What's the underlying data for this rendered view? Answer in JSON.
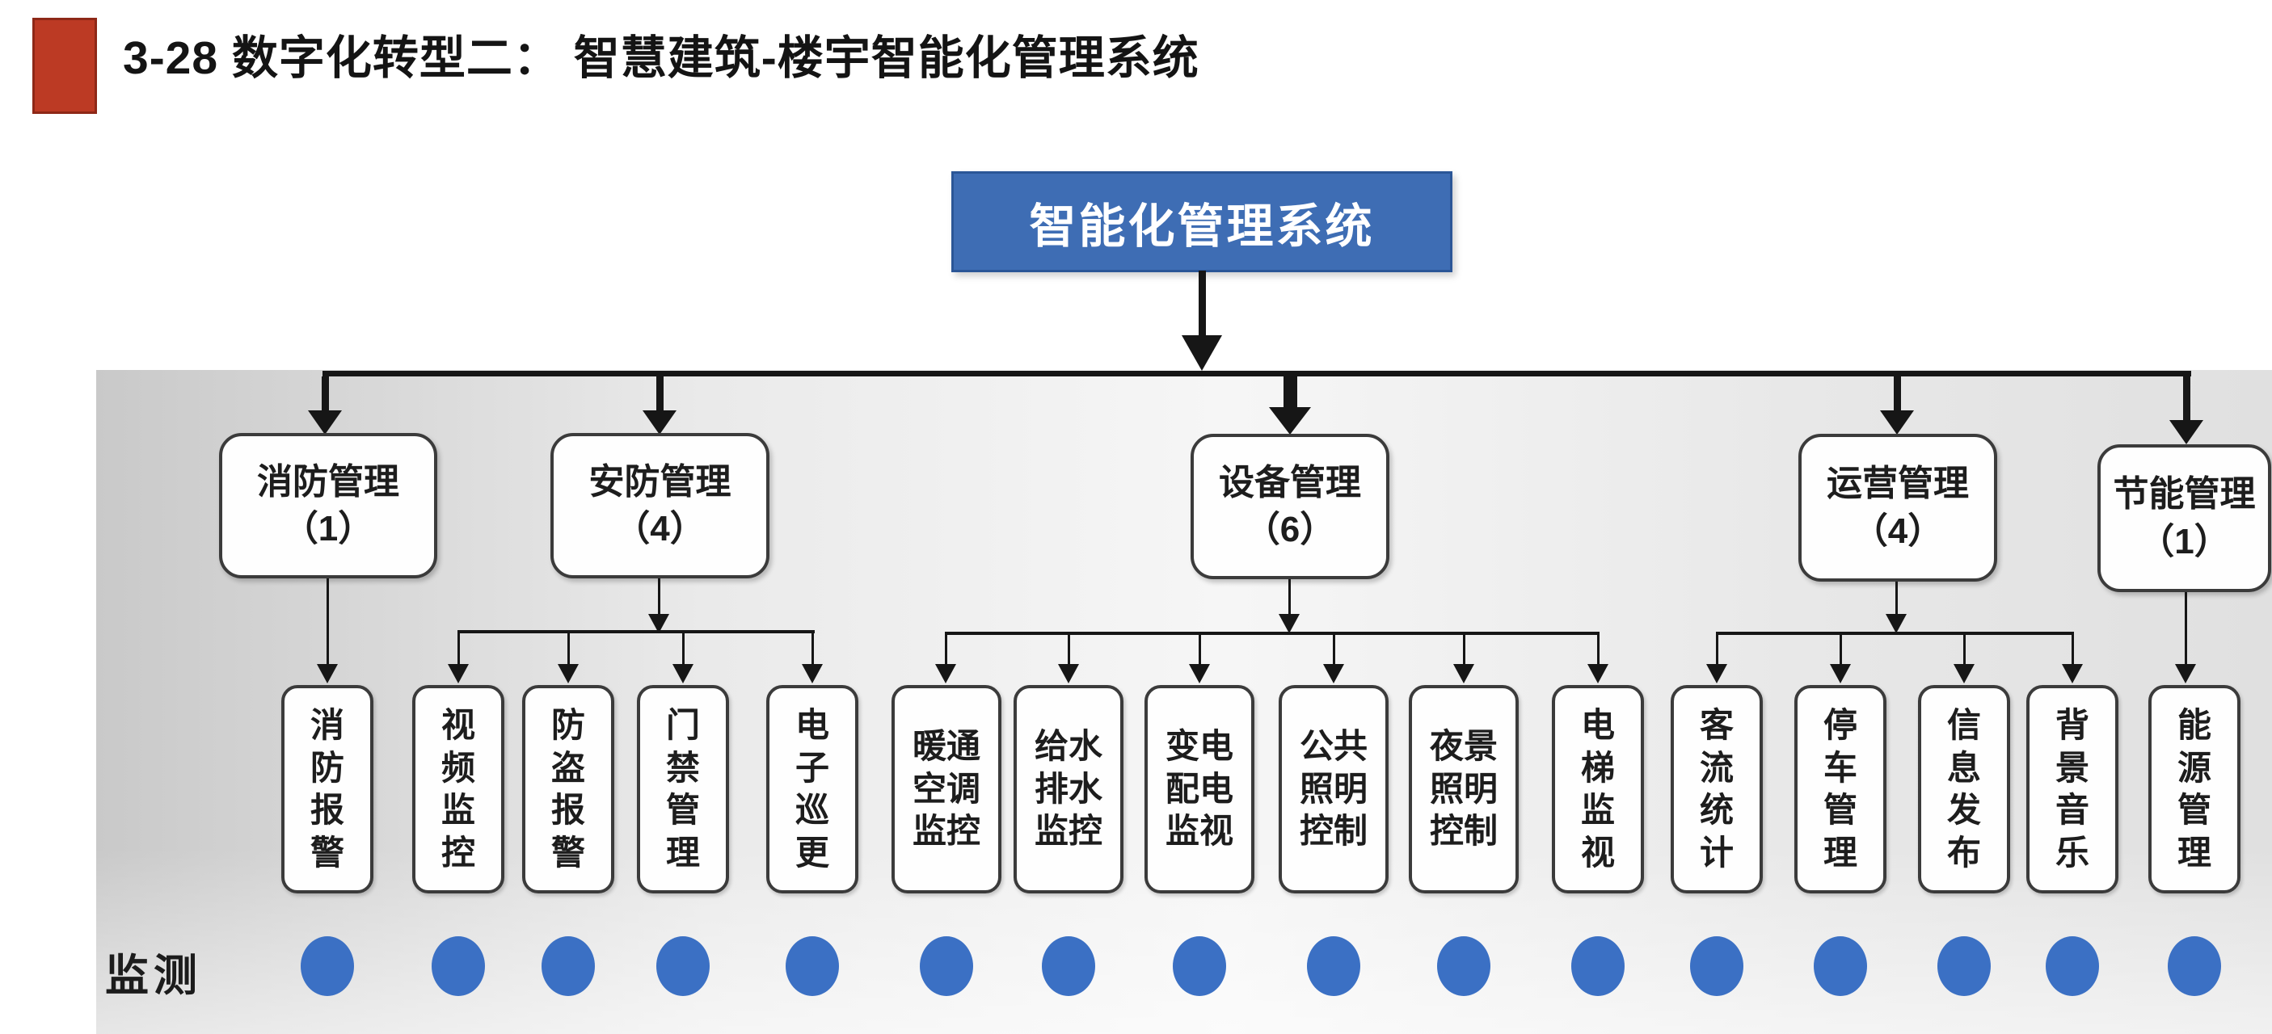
{
  "header": {
    "title": "3-28 数字化转型二： 智慧建筑-楼宇智能化管理系统",
    "accent_color": "#bc3a24"
  },
  "root": {
    "label": "智能化管理系统",
    "color": "#3e6db4",
    "text_color": "#ffffff"
  },
  "groups": [
    {
      "label": "消防管理",
      "count": "（1）",
      "children": [
        "消防报警"
      ]
    },
    {
      "label": "安防管理",
      "count": "（4）",
      "children": [
        "视频监控",
        "防盗报警",
        "门禁管理",
        "电子巡更"
      ]
    },
    {
      "label": "设备管理",
      "count": "（6）",
      "children": [
        "暖通空调监控",
        "给水排水监控",
        "变电配电监视",
        "公共照明控制",
        "夜景照明控制",
        "电梯监视"
      ]
    },
    {
      "label": "运营管理",
      "count": "（4）",
      "children": [
        "客流统计",
        "停车管理",
        "信息发布",
        "背景音乐"
      ]
    },
    {
      "label": "节能管理",
      "count": "（1）",
      "children": [
        "能源管理"
      ]
    }
  ],
  "monitor": {
    "label": "监测",
    "dot_color": "#3b70c4",
    "dot_count": 16
  }
}
